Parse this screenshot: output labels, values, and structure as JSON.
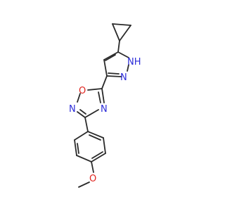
{
  "molecule": {
    "atoms": {
      "nh": "NH",
      "n_pyrazole": "N",
      "o_oxadiazole": "O",
      "n_oxadiazole_2": "N",
      "n_oxadiazole_4": "N",
      "o_methoxy": "O"
    },
    "colors": {
      "bond": "#2a2a2a",
      "nitrogen": "#2b2bd8",
      "oxygen": "#e0231d",
      "background": "#ffffff"
    }
  }
}
